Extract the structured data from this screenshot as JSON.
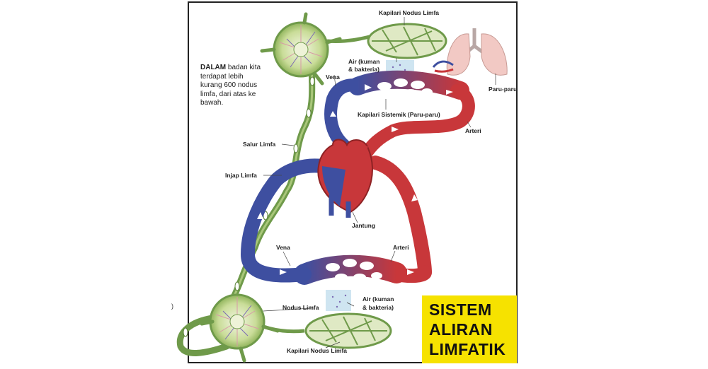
{
  "title": [
    "SISTEM",
    "ALIRAN",
    "LIMFATIK"
  ],
  "intro": {
    "lead": "DALAM",
    "text": "badan kita terdapat lebih kurang 600 nodus limfa, dari atas ke bawah."
  },
  "labels": {
    "kapilari_nodus_top": "Kapilari Nodus Limfa",
    "air_top_1": "Air (kuman",
    "air_top_2": "& bakteria)",
    "vena_top": "Vena",
    "paru_paru": "Paru-paru",
    "kapilari_sistemik": "Kapilari Sistemik (Paru-paru)",
    "arteri_top": "Arteri",
    "salur_limfa": "Salur Limfa",
    "injap_limfa": "Injap Limfa",
    "jantung": "Jantung",
    "vena_bottom": "Vena",
    "arteri_bottom": "Arteri",
    "air_bottom_1": "Air (kuman",
    "air_bottom_2": "& bakteria)",
    "nodus_limfa": "Nodus Limfa",
    "kapilari_nodus_bottom": "Kapilari Nodus Limfa"
  },
  "stray_mark": ")",
  "colors": {
    "lymph": "#6f9a4a",
    "lymph_light": "#dfe9c4",
    "vein": "#3e4fa0",
    "artery": "#c8373a",
    "lung": "#f2c9c4",
    "fluid": "#cfe5f1",
    "title_bg": "#f6e200"
  }
}
